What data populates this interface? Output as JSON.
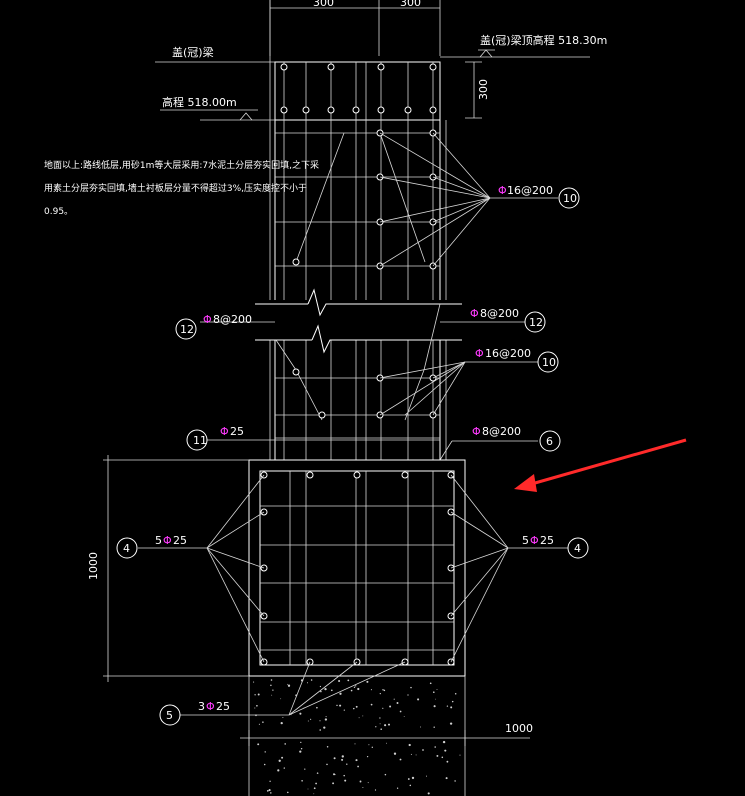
{
  "top_dims": [
    "300",
    "300"
  ],
  "beam_label": "盖(冠)梁",
  "beam_top_elev": "盖(冠)梁顶高程 518.30m",
  "beam_height": "300",
  "elev": "高程 518.00m",
  "note_lines": [
    "地面以上:路线低层,用砂1m等大层采用:7水泥土分层夯实回填,之下采",
    "用素土分层夯实回填,墙土衬板层分量不得超过3%,压实度控不小于",
    "0.95。"
  ],
  "callouts": {
    "c10a": {
      "num": "10",
      "label": "16@200"
    },
    "c12a": {
      "num": "12",
      "label": "8@200"
    },
    "c12b": {
      "num": "12",
      "label": "8@200"
    },
    "c10b": {
      "num": "10",
      "label": "16@200"
    },
    "c11": {
      "num": "11",
      "label": "25"
    },
    "c6": {
      "num": "6",
      "label": "8@200"
    },
    "c4l": {
      "num": "4",
      "label": "5",
      "label2": "25"
    },
    "c4r": {
      "num": "4",
      "label": "5",
      "label2": "25"
    },
    "c5": {
      "num": "5",
      "label": "3",
      "label2": "25"
    }
  },
  "dim_1000_vert": "1000",
  "dim_1000_horiz": "1000",
  "colors": {
    "background": "#000000",
    "line": "#ffffff",
    "rebar_symbol": "#ff3cff",
    "arrow": "#ff2a2a"
  }
}
